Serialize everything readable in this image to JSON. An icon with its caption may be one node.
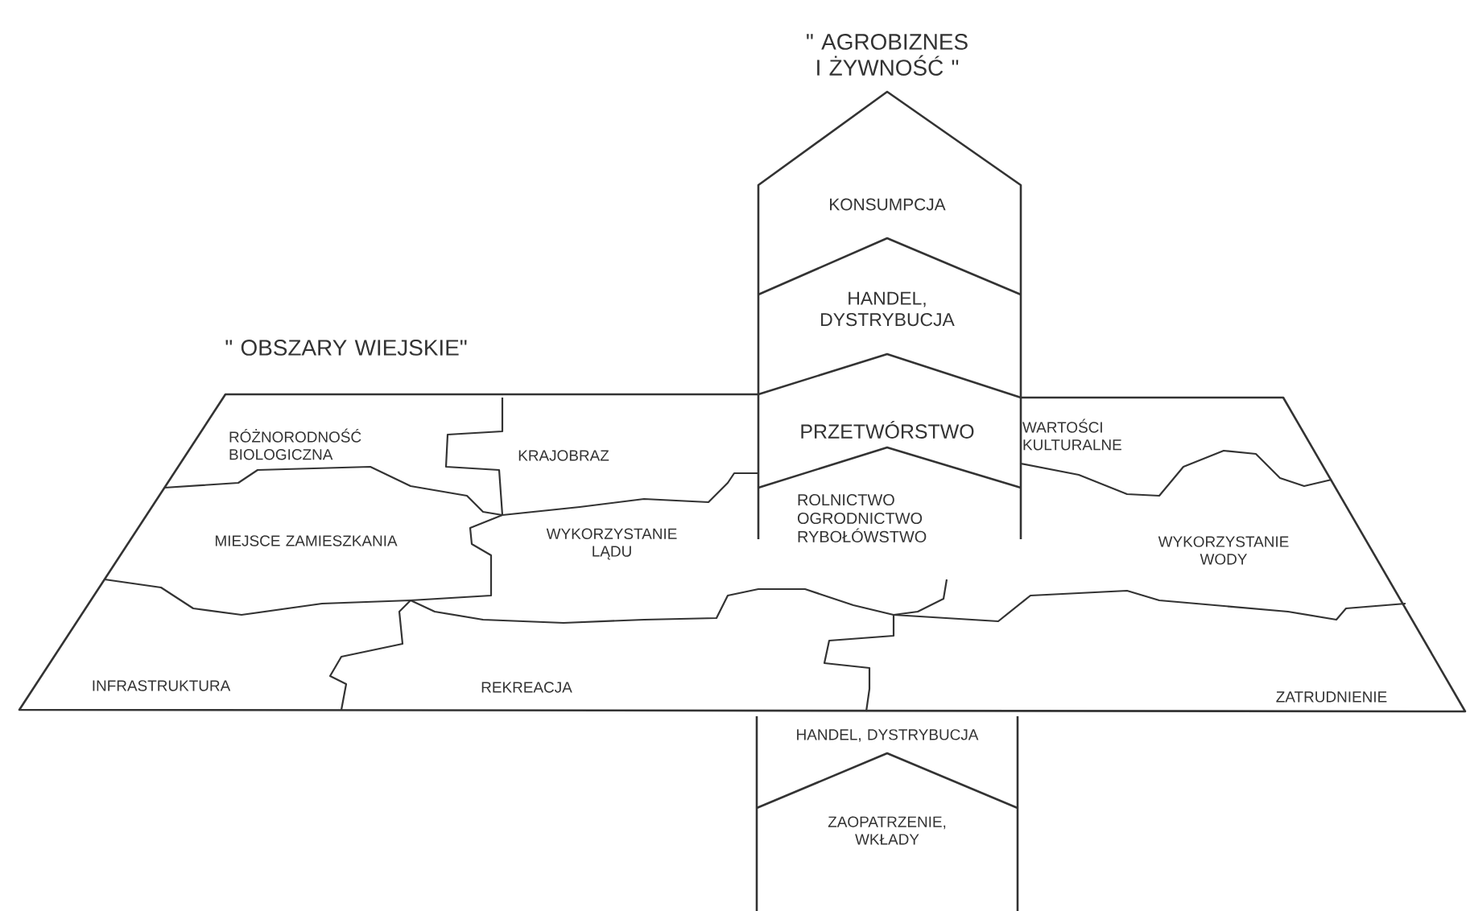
{
  "diagram": {
    "nodes": [
      {
        "text": [
          "\" OBSZARY WIEJSKIE\""
        ]
      },
      {
        "text": [
          "RÓŻNORODNOŚĆ BIOLOGICZNA"
        ],
        "in": 0
      },
      {
        "text": [
          "KRAJOBRAZ"
        ],
        "in": 0
      },
      {
        "text": [
          "WARTOŚCI KULTURALNE"
        ],
        "in": 0
      },
      {
        "text": [
          "MIEJSCE ZAMIESZKANIA"
        ],
        "in": 0
      },
      {
        "text": [
          "WYKORZYSTANIE LĄDU"
        ],
        "in": 0
      },
      {
        "text": [
          "WYKORZYSTANIE WODY"
        ],
        "in": 0
      },
      {
        "text": [
          "INFRASTRUKTURA"
        ],
        "in": 0
      },
      {
        "text": [
          "REKREACJA"
        ],
        "in": 0
      },
      {
        "text": [
          "ZATRUDNIENIE"
        ],
        "in": 0
      },
      {
        "text": [
          "\" AGROBIZNES I ŻYWNOŚĆ \""
        ]
      },
      {
        "text": [
          "KONSUMPCJA"
        ],
        "in": 10
      },
      {
        "text": [
          "HANDEL, DYSTRYBUCJA"
        ],
        "in": 10
      },
      {
        "text": [
          "PRZETWÓRSTWO"
        ]
      },
      {
        "text": [
          "ROLNICTWO OGRODNICTWO RYBOŁÓWSTWO"
        ]
      },
      {
        "text": [
          "HANDEL, DYSTRYBUCJA"
        ]
      },
      {
        "text": [
          "ZAOPATRZENIE, WKŁADY"
        ]
      }
    ],
    "edges": []
  }
}
